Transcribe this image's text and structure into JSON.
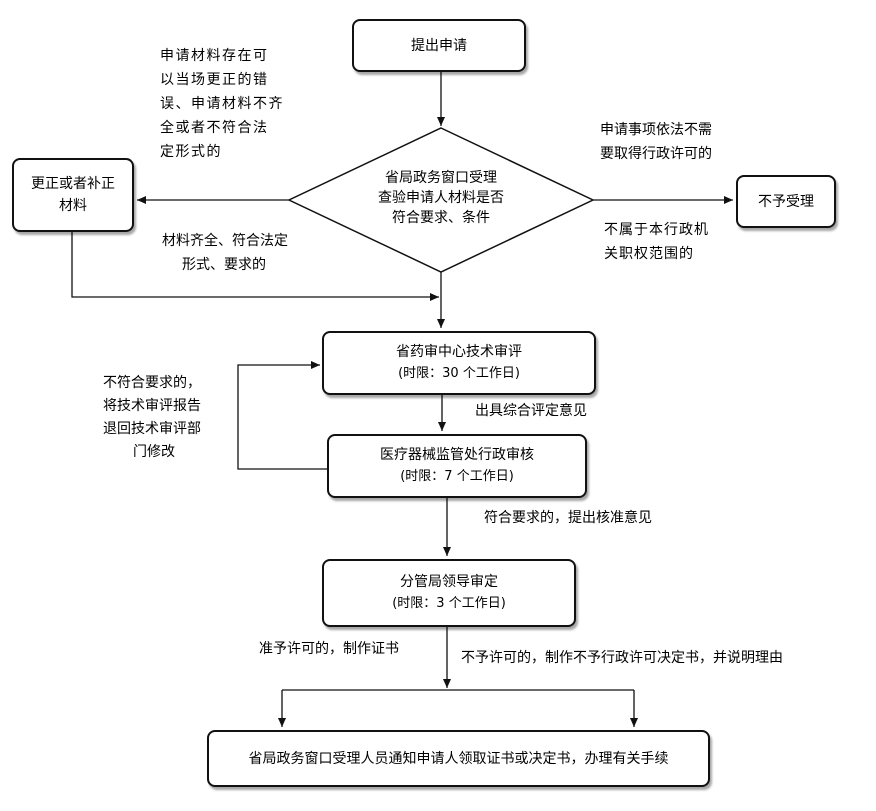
{
  "nodes": {
    "submit": "提出申请",
    "window_check": [
      "省局政务窗口受理",
      "查验申请人材料是否",
      "符合要求、条件"
    ],
    "correct": [
      "更正或者补正",
      "材料"
    ],
    "reject": "不予受理",
    "tech_review": {
      "title": "省药审中心技术审评",
      "limit": "(时限：30 个工作日)"
    },
    "admin_review": {
      "title": "医疗器械监管处行政审核",
      "limit": "(时限：7 个工作日)"
    },
    "leader": {
      "title": "分管局领导审定",
      "limit": "(时限：3 个工作日)"
    },
    "notify": "省局政务窗口受理人员通知申请人领取证书或决定书，办理有关手续"
  },
  "labels": {
    "correctable": [
      "申请材料存在可",
      "以当场更正的错",
      "误、申请材料不齐",
      "全或者不符合法",
      "定形式的"
    ],
    "no_permit_needed": [
      "申请事项依法不需",
      "要取得行政许可的"
    ],
    "not_in_scope": [
      "不属于本行政机",
      "关职权范围的"
    ],
    "complete": [
      "材料齐全、符合法定",
      "形式、要求的"
    ],
    "return_review": [
      "不符合要求的，",
      "将技术审评报告",
      "退回技术审评部",
      "门修改"
    ],
    "issue_opinion": "出具综合评定意见",
    "meets_req": "符合要求的，",
    "propose": "提出核准意见",
    "grant": "准予许可的，制作证书",
    "deny": "不予许可的，制作不予行政许可决定书，并说明理由"
  }
}
